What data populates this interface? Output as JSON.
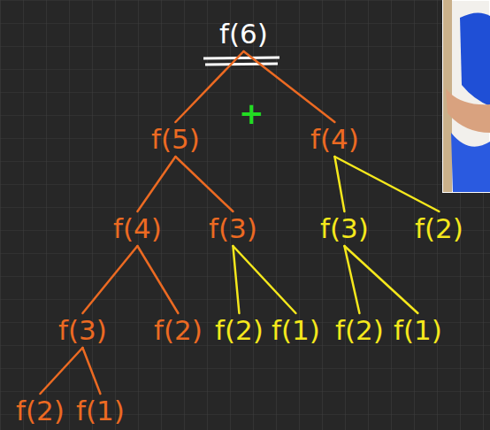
{
  "diagram": {
    "nodes": [
      {
        "text": [
          "f(6)"
        ]
      },
      {
        "text": [
          "f(5)"
        ]
      },
      {
        "text": [
          "f(4)"
        ]
      },
      {
        "text": [
          "f(4)"
        ]
      },
      {
        "text": [
          "f(3)"
        ]
      },
      {
        "text": [
          "f(3)"
        ]
      },
      {
        "text": [
          "f(2)"
        ]
      },
      {
        "text": [
          "f(3)"
        ]
      },
      {
        "text": [
          "f(2)"
        ]
      },
      {
        "text": [
          "f(2)"
        ]
      },
      {
        "text": [
          "f(1)"
        ]
      },
      {
        "text": [
          "f(2)"
        ]
      },
      {
        "text": [
          "f(1)"
        ]
      },
      {
        "text": [
          "f(2)"
        ]
      },
      {
        "text": [
          "f(1)"
        ]
      }
    ],
    "edges": [
      {
        "from": 0,
        "to": 1,
        "arrow": "none"
      },
      {
        "from": 0,
        "to": 2,
        "arrow": "none"
      },
      {
        "from": 1,
        "to": 3,
        "arrow": "none"
      },
      {
        "from": 1,
        "to": 4,
        "arrow": "none"
      },
      {
        "from": 2,
        "to": 5,
        "arrow": "none"
      },
      {
        "from": 2,
        "to": 6,
        "arrow": "none"
      },
      {
        "from": 3,
        "to": 7,
        "arrow": "none"
      },
      {
        "from": 3,
        "to": 8,
        "arrow": "none"
      },
      {
        "from": 4,
        "to": 9,
        "arrow": "none"
      },
      {
        "from": 4,
        "to": 10,
        "arrow": "none"
      },
      {
        "from": 5,
        "to": 11,
        "arrow": "none"
      },
      {
        "from": 5,
        "to": 12,
        "arrow": "none"
      },
      {
        "from": 7,
        "to": 13,
        "arrow": "none"
      },
      {
        "from": 7,
        "to": 14,
        "arrow": "none"
      }
    ],
    "labels": [
      "+"
    ]
  }
}
